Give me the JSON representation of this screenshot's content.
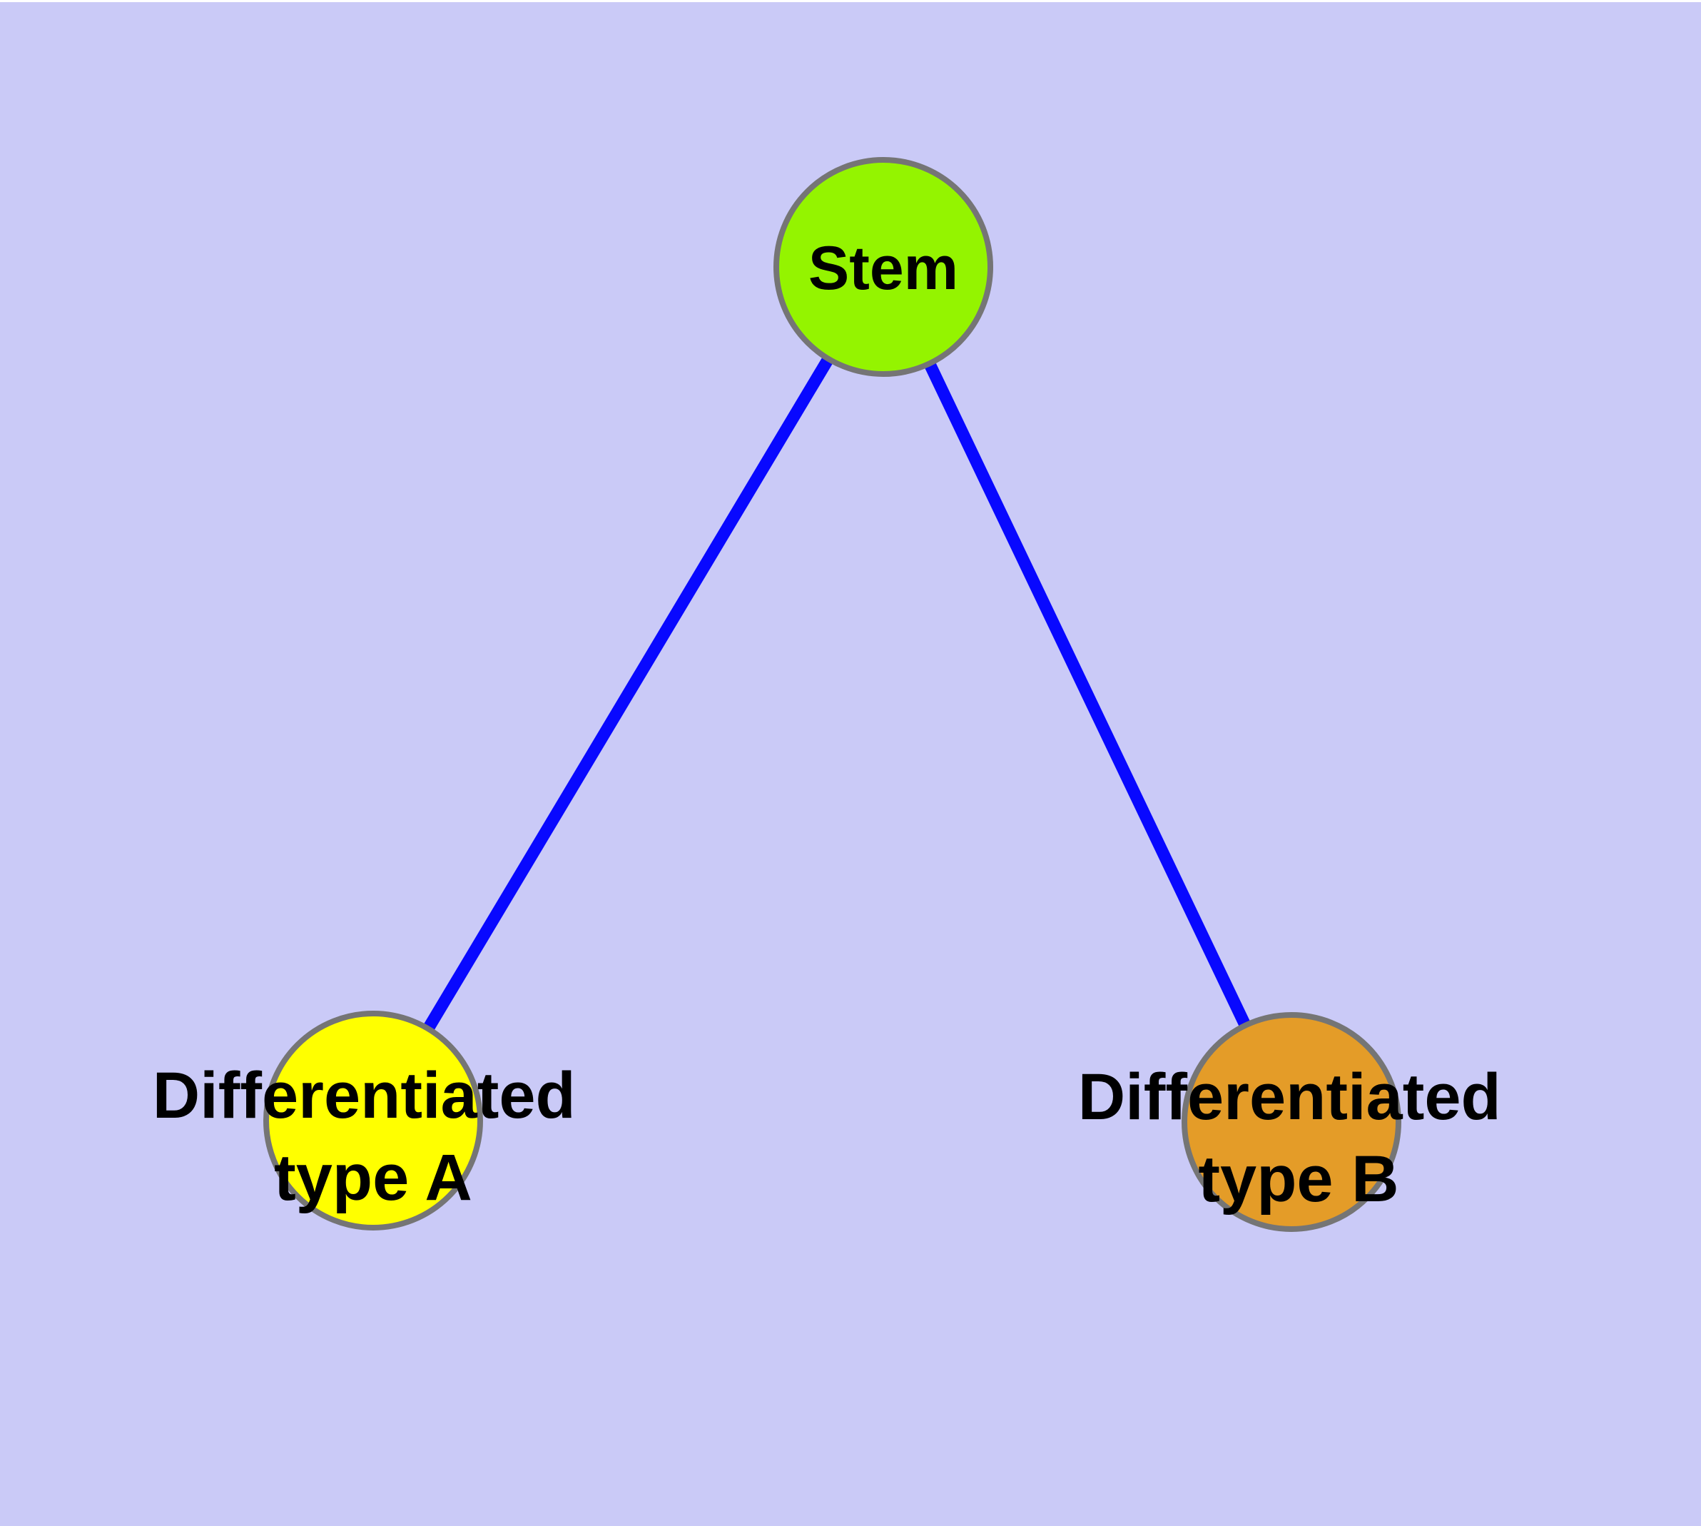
{
  "diagram": {
    "type": "node-link-graph",
    "description": "Stem cell differentiation graph: one stem node connected to two differentiated cell type nodes",
    "nodes": [
      {
        "id": "stem",
        "label": "Stem",
        "color": "#94f400",
        "shape": "circle"
      },
      {
        "id": "type-a",
        "label": "Differentiated type A",
        "label_line1": "Differentiated",
        "label_line2": "type A",
        "color": "#ffff00",
        "shape": "circle"
      },
      {
        "id": "type-b",
        "label": "Differentiated type B",
        "label_line1": "Differentiated",
        "label_line2": "type B",
        "color": "#e49c28",
        "shape": "circle"
      }
    ],
    "edges": [
      {
        "from": "Stem",
        "to": "Differentiated type A"
      },
      {
        "from": "Stem",
        "to": "Differentiated type B"
      }
    ]
  },
  "colors": {
    "background": "#cacaf7",
    "top_strip": "#ffffff",
    "edge": "#0808ff",
    "node_border": "#757575",
    "label": "#000000"
  }
}
